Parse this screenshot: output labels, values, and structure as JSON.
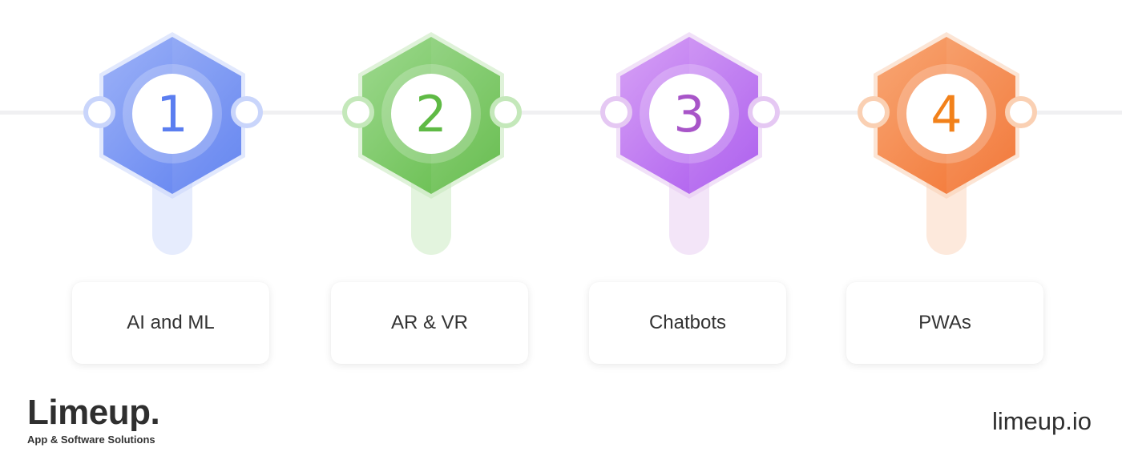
{
  "steps": [
    {
      "number": "1",
      "label": "AI and ML",
      "color_light": "#9db2f7",
      "color_dark": "#5b7ef0",
      "color_text": "#5b7ef0",
      "color_ring": "#c9d5fb",
      "color_stem": "#e6ecfd"
    },
    {
      "number": "2",
      "label": "AR & VR",
      "color_light": "#9ed98f",
      "color_dark": "#5fba45",
      "color_text": "#5fba45",
      "color_ring": "#c4e8ba",
      "color_stem": "#e3f4de"
    },
    {
      "number": "3",
      "label": "Chatbots",
      "color_light": "#d7a2f5",
      "color_dark": "#a855ee",
      "color_text": "#a855c8",
      "color_ring": "#e5c8f3",
      "color_stem": "#f3e5f8"
    },
    {
      "number": "4",
      "label": "PWAs",
      "color_light": "#f8a775",
      "color_dark": "#f2712e",
      "color_text": "#f2811a",
      "color_ring": "#fad0b3",
      "color_stem": "#fde9dc"
    }
  ],
  "footer": {
    "logo_word": "Limeup.",
    "logo_tagline": "App & Software Solutions",
    "site_url": "limeup.io"
  }
}
